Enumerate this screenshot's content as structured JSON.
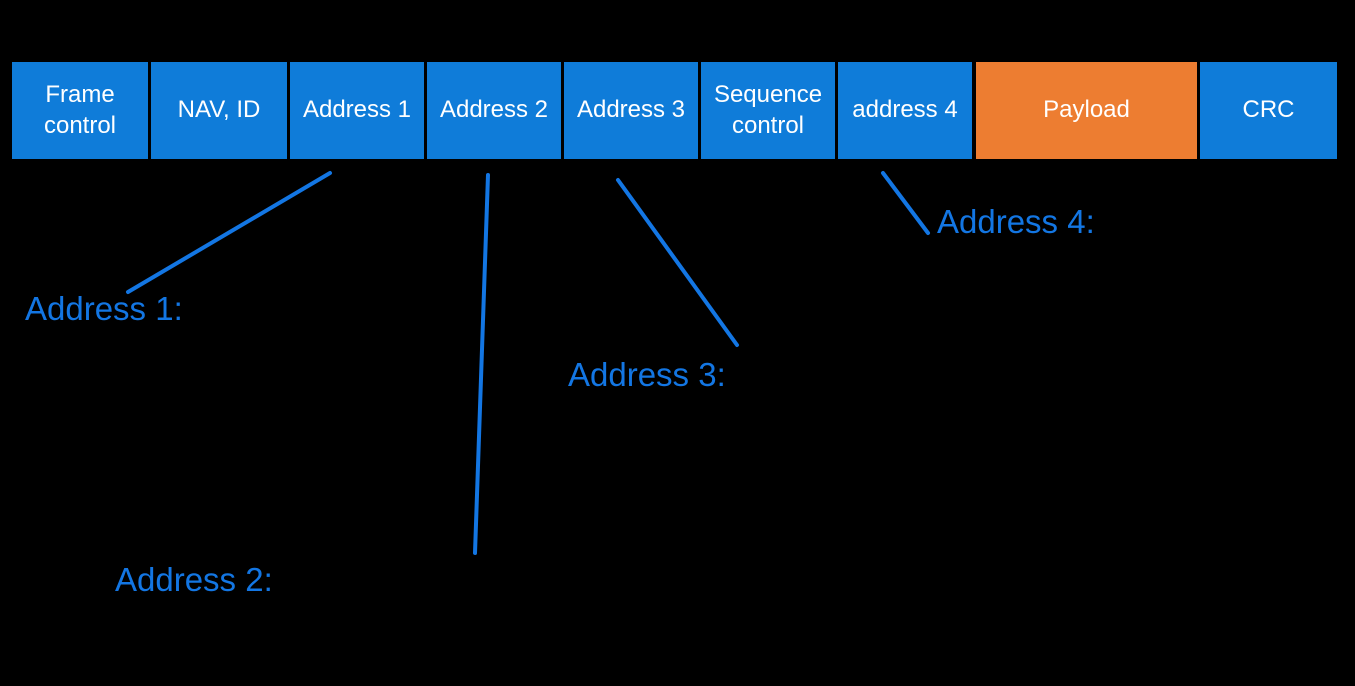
{
  "diagram": {
    "title": "wifi-frame-format",
    "colors": {
      "background": "#000000",
      "field_box_blue": "#0f7cd9",
      "payload_orange": "#ed7d31",
      "box_text_white": "#ffffff",
      "annotation_blue": "#1376e3"
    },
    "frame_fields": [
      {
        "label": "Frame control"
      },
      {
        "label": "NAV, ID"
      },
      {
        "label": "Address 1"
      },
      {
        "label": "Address 2"
      },
      {
        "label": "Address 3"
      },
      {
        "label": "Sequence control"
      },
      {
        "label": "address 4"
      },
      {
        "label": "Payload"
      },
      {
        "label": "CRC"
      }
    ],
    "annotations": [
      {
        "label": "Address 1:"
      },
      {
        "label": "Address 2:"
      },
      {
        "label": "Address 3:"
      },
      {
        "label": "Address 4:"
      }
    ]
  }
}
